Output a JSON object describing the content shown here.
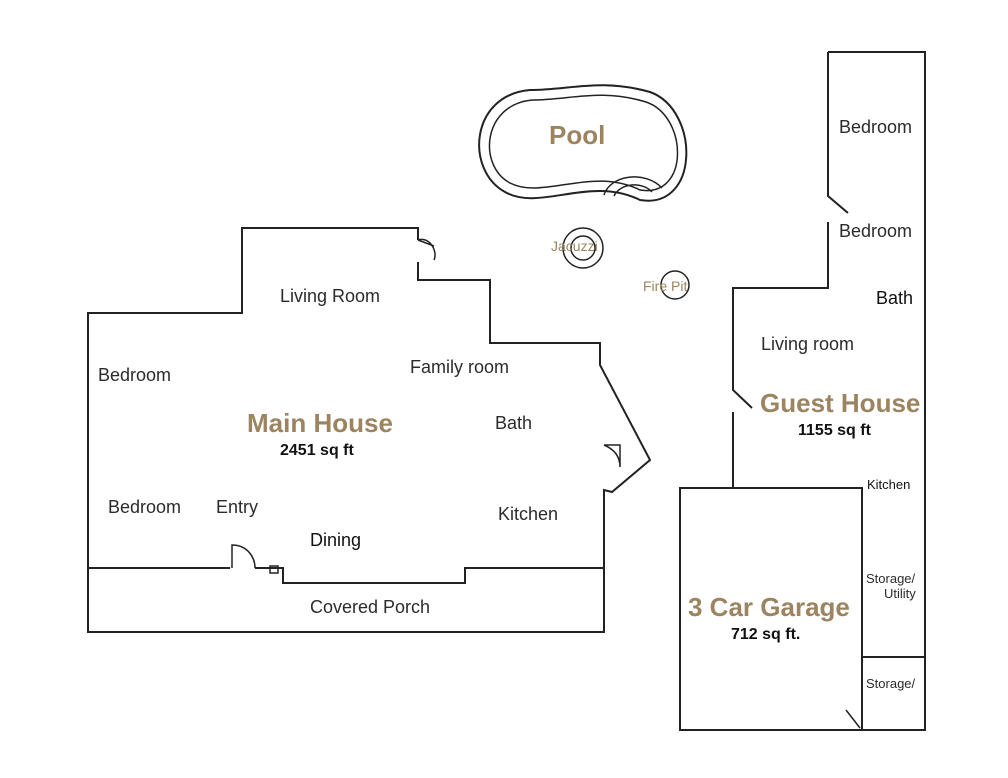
{
  "colors": {
    "wall": "#222222",
    "accent": "#9c8460",
    "text": "#2b2b2b",
    "area_text": "#111111",
    "background": "#ffffff"
  },
  "pool": {
    "label": "Pool"
  },
  "jacuzzi": {
    "label": "Jacuzzi"
  },
  "fire_pit": {
    "label": "Fire Pit"
  },
  "main_house": {
    "title": "Main House",
    "area": "2451 sq ft",
    "rooms": {
      "living_room": "Living Room",
      "bedroom_1": "Bedroom",
      "bedroom_2": "Bedroom",
      "entry": "Entry",
      "family_room": "Family room",
      "bath": "Bath",
      "kitchen": "Kitchen",
      "dining": "Dining",
      "covered_porch": "Covered Porch"
    }
  },
  "guest_house": {
    "title": "Guest House",
    "area": "1155 sq ft",
    "rooms": {
      "bedroom_1": "Bedroom",
      "bedroom_2": "Bedroom",
      "bath": "Bath",
      "living_room": "Living room",
      "kitchen": "Kitchen",
      "storage_utility_1": "Storage/",
      "storage_utility_2": "Utility",
      "storage": "Storage/"
    }
  },
  "garage": {
    "title": "3 Car Garage",
    "area": "712 sq ft."
  }
}
